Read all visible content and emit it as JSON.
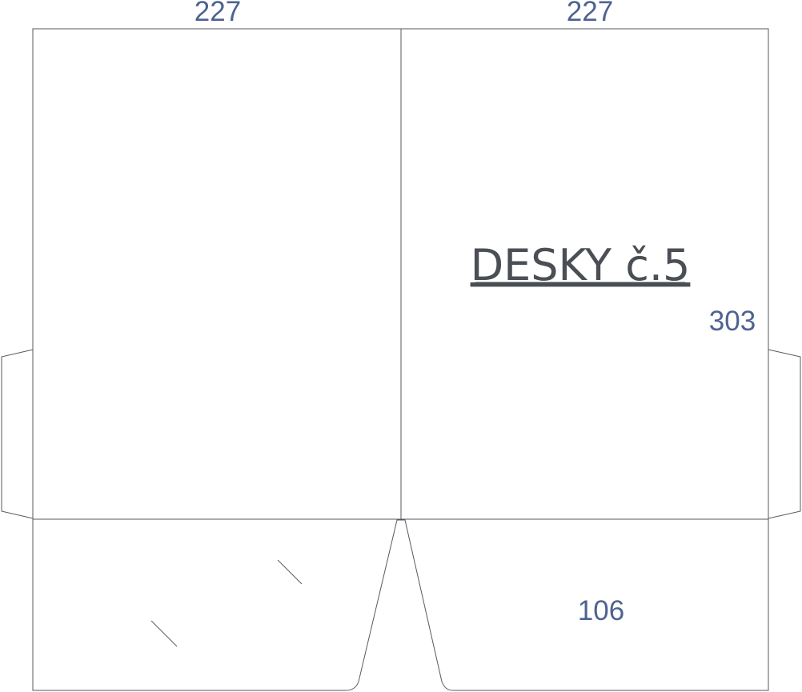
{
  "diagram": {
    "title": "DESKY č.5",
    "dimensions": {
      "left_panel_width": "227",
      "right_panel_width": "227",
      "height": "303",
      "pocket_height": "106"
    }
  }
}
